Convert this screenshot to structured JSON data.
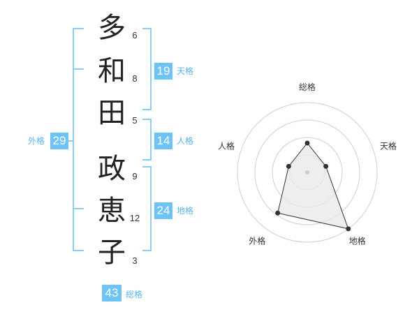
{
  "name": {
    "chars": [
      "多",
      "和",
      "田",
      "政",
      "恵",
      "子"
    ],
    "strokes": [
      "6",
      "8",
      "5",
      "9",
      "12",
      "3"
    ]
  },
  "fortune": {
    "tenkaku": {
      "value": "19",
      "label": "天格"
    },
    "jinkaku": {
      "value": "14",
      "label": "人格"
    },
    "chikaku": {
      "value": "24",
      "label": "地格"
    },
    "gaikaku": {
      "value": "29",
      "label": "外格"
    },
    "soukaku": {
      "value": "43",
      "label": "総格"
    }
  },
  "colors": {
    "accent": "#6ec3f5",
    "bracket": "#8fcdf0",
    "radar_fill": "#e8e8e8",
    "radar_line": "#333333"
  },
  "chart_data": {
    "type": "radar",
    "axes": [
      "総格",
      "天格",
      "地格",
      "外格",
      "人格"
    ],
    "values": [
      0.42,
      0.28,
      1.0,
      0.72,
      0.28
    ],
    "rings": 4,
    "rmax": 1.0
  }
}
